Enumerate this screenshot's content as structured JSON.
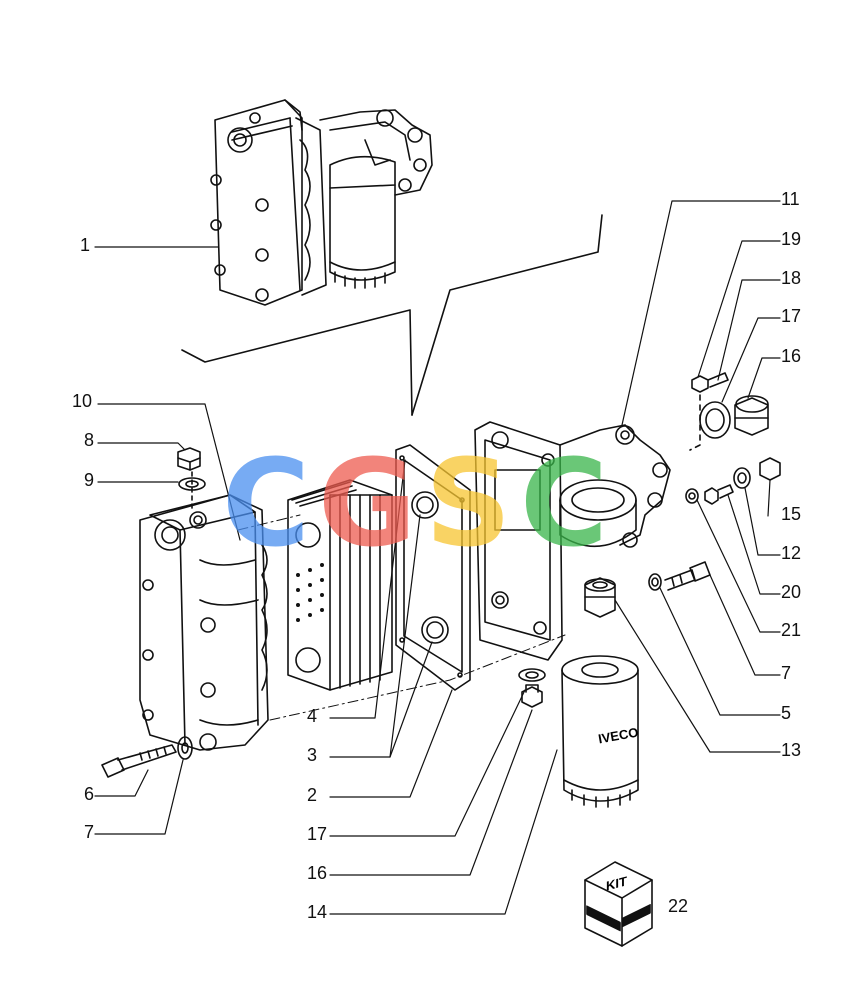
{
  "diagram": {
    "callouts": [
      {
        "id": "c1",
        "text": "1"
      },
      {
        "id": "c10",
        "text": "10"
      },
      {
        "id": "c8",
        "text": "8"
      },
      {
        "id": "c9",
        "text": "9"
      },
      {
        "id": "c6",
        "text": "6"
      },
      {
        "id": "c7a",
        "text": "7"
      },
      {
        "id": "c4",
        "text": "4"
      },
      {
        "id": "c3",
        "text": "3"
      },
      {
        "id": "c2",
        "text": "2"
      },
      {
        "id": "c17a",
        "text": "17"
      },
      {
        "id": "c16a",
        "text": "16"
      },
      {
        "id": "c14",
        "text": "14"
      },
      {
        "id": "c11",
        "text": "11"
      },
      {
        "id": "c19",
        "text": "19"
      },
      {
        "id": "c18",
        "text": "18"
      },
      {
        "id": "c17b",
        "text": "17"
      },
      {
        "id": "c16b",
        "text": "16"
      },
      {
        "id": "c15",
        "text": "15"
      },
      {
        "id": "c12",
        "text": "12"
      },
      {
        "id": "c20",
        "text": "20"
      },
      {
        "id": "c21",
        "text": "21"
      },
      {
        "id": "c7b",
        "text": "7"
      },
      {
        "id": "c5",
        "text": "5"
      },
      {
        "id": "c13",
        "text": "13"
      },
      {
        "id": "c22",
        "text": "22"
      }
    ],
    "kit_label": "KIT",
    "filter_brand": "IVECO",
    "watermark": {
      "letters": [
        "C",
        "G",
        "S",
        "C"
      ],
      "colors": [
        "#4a8ff0",
        "#ee5b4f",
        "#f7c531",
        "#39b54a"
      ]
    }
  }
}
